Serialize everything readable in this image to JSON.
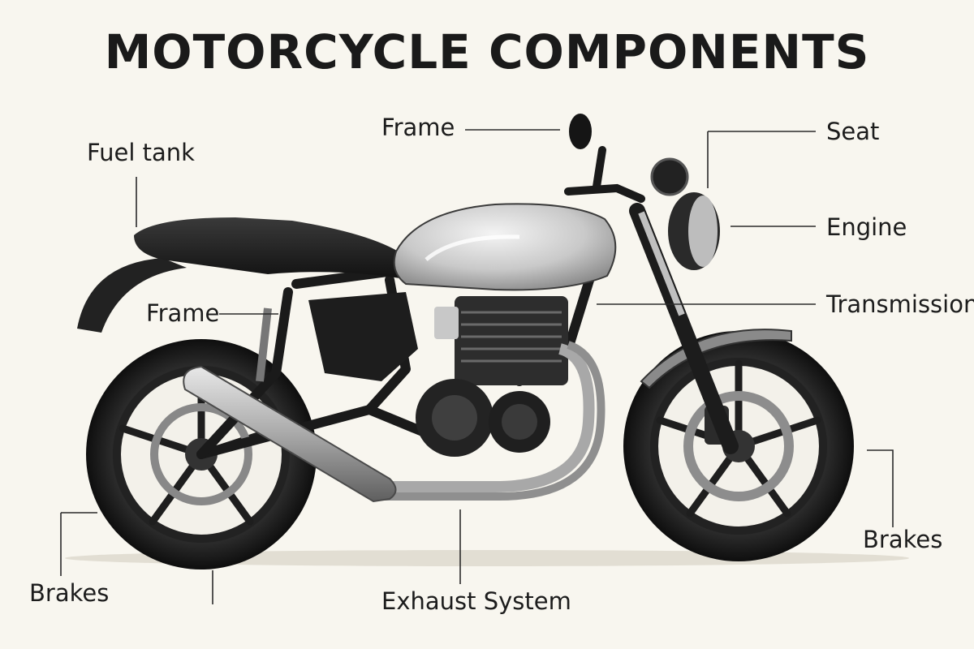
{
  "title": "MOTORCYCLE COMPONENTS",
  "labels": {
    "frame_top": "Frame",
    "fuel_tank": "Fuel tank",
    "seat": "Seat",
    "engine": "Engine",
    "frame_mid": "Frame",
    "transmission": "Transmission",
    "brakes_right": "Brakes",
    "brakes_left": "Brakes",
    "exhaust": "Exhaust System"
  },
  "colors": {
    "background": "#f8f6ef",
    "ink": "#1c1c1c",
    "tank_silver": "#cfcfcf",
    "exhaust_steel": "#b9b9b9"
  }
}
